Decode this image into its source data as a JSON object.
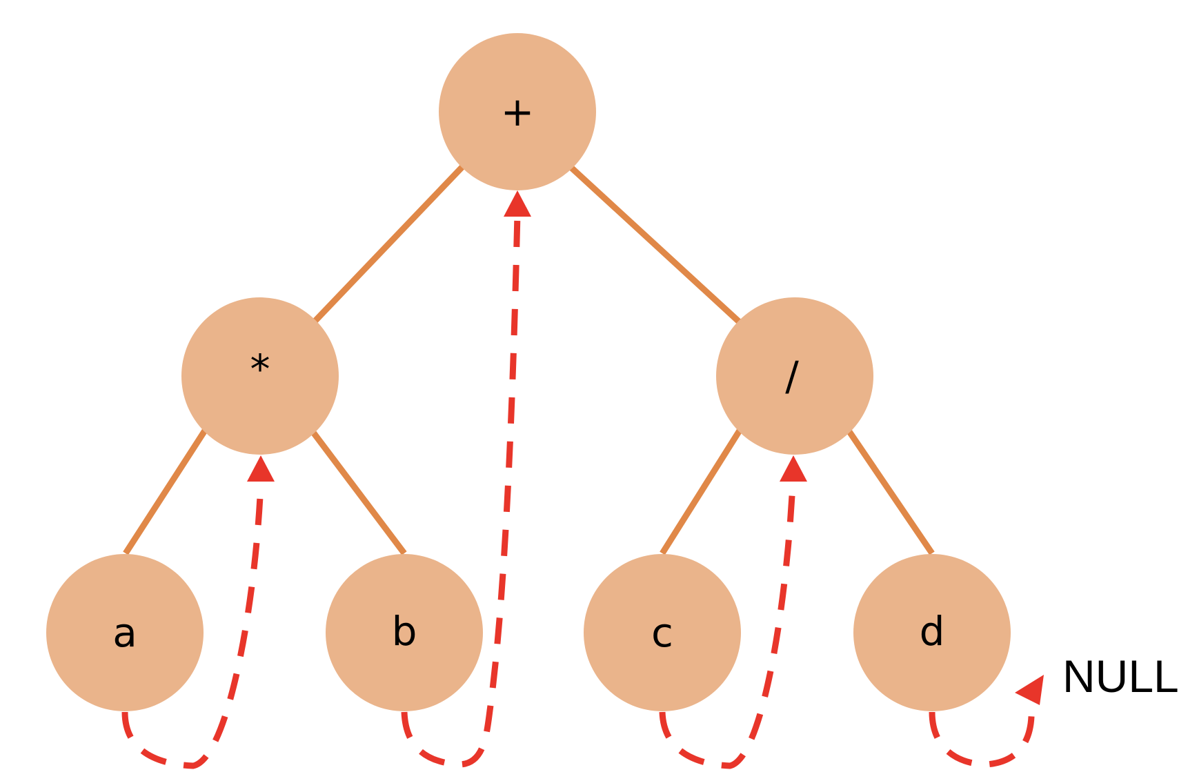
{
  "tree": {
    "nodes": [
      {
        "id": "root",
        "label": "+"
      },
      {
        "id": "mul",
        "label": "*"
      },
      {
        "id": "div",
        "label": "/"
      },
      {
        "id": "a",
        "label": "a"
      },
      {
        "id": "b",
        "label": "b"
      },
      {
        "id": "c",
        "label": "c"
      },
      {
        "id": "d",
        "label": "d"
      }
    ],
    "edges": [
      {
        "from": "root",
        "to": "mul"
      },
      {
        "from": "root",
        "to": "div"
      },
      {
        "from": "mul",
        "to": "a"
      },
      {
        "from": "mul",
        "to": "b"
      },
      {
        "from": "div",
        "to": "c"
      },
      {
        "from": "div",
        "to": "d"
      }
    ],
    "threads": [
      {
        "from": "a",
        "to": "mul"
      },
      {
        "from": "b",
        "to": "root"
      },
      {
        "from": "c",
        "to": "div"
      },
      {
        "from": "d",
        "to": "NULL"
      }
    ],
    "null_label": "NULL"
  },
  "colors": {
    "node_fill": "#EAB48B",
    "edge": "#E08848",
    "thread": "#E8352A",
    "text": "#000000"
  }
}
